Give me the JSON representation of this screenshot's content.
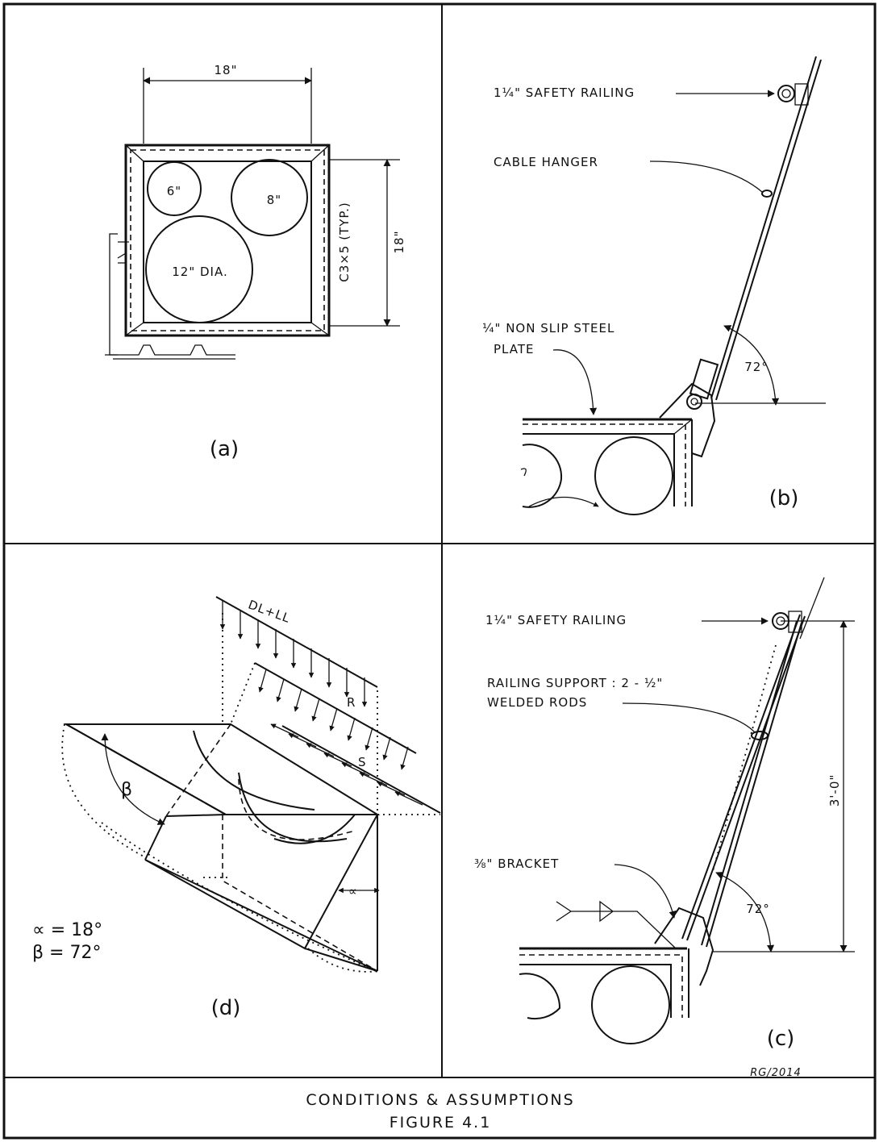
{
  "panel_a": {
    "dim_top": "18\"",
    "dim_right": "18\"",
    "pipe_small": "6\"",
    "pipe_medium": "8\"",
    "pipe_large": "12\" DIA.",
    "channel_label": "C3×5 (TYP.)",
    "label": "(a)"
  },
  "panel_b": {
    "railing_label": "1¼\" SAFETY RAILING",
    "hanger_label": "CABLE HANGER",
    "plate_label_line1": "¼\" NON SLIP STEEL",
    "plate_label_line2": "PLATE",
    "angle_label": "72°",
    "label": "(b)"
  },
  "panel_c": {
    "railing_label": "1¼\" SAFETY RAILING",
    "support_label_line1": "RAILING SUPPORT : 2 - ½\"",
    "support_label_line2": "WELDED RODS",
    "bracket_label": "⅜\" BRACKET",
    "height_label": "3'-0\"",
    "angle_label": "72°",
    "signature": "RG/2014",
    "label": "(c)"
  },
  "panel_d": {
    "load_upper": "DL+LL",
    "load_normal": "R",
    "load_tangent": "S",
    "alpha_symbol": "∝",
    "beta_symbol": "β",
    "alpha_eq": "∝  =  18°",
    "beta_eq": "β  =  72°",
    "label": "(d)"
  },
  "caption": {
    "line1": "CONDITIONS & ASSUMPTIONS",
    "line2": "FIGURE 4.1"
  }
}
